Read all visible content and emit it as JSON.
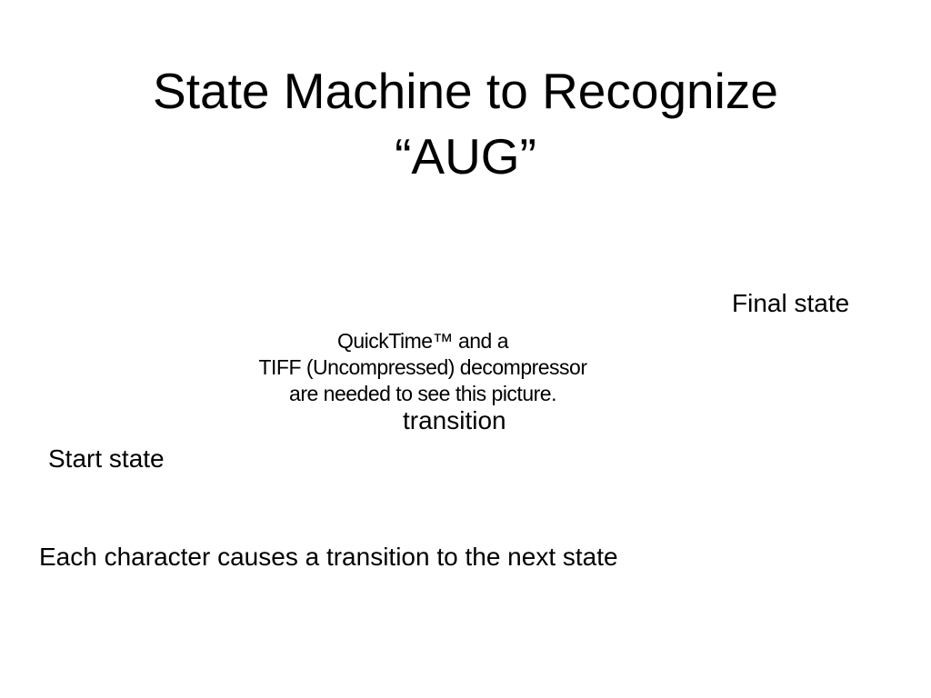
{
  "slide": {
    "title_line1": "State Machine to Recognize",
    "title_line2": "“AUG”",
    "final_state_label": "Final state",
    "transition_label": "transition",
    "start_state_label": "Start state",
    "caption": "Each character causes a transition to the next state"
  },
  "image_placeholder": {
    "line1": "QuickTime™ and a",
    "line2": "TIFF (Uncompressed) decompressor",
    "line3": "are needed to see this picture."
  }
}
